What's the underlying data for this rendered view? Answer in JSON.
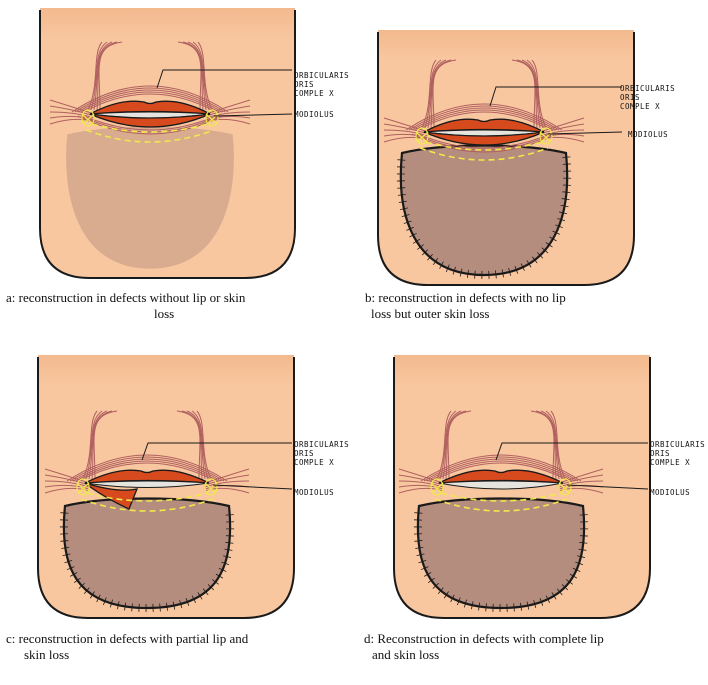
{
  "labels": {
    "orbicularis": [
      "ORBICULARIS",
      "ORIS",
      "COMPLE X"
    ],
    "modiolus": "MODIOLUS"
  },
  "colors": {
    "skin": "#f8c7a0",
    "skin_top": "#f3b98e",
    "outline": "#1a1a1a",
    "muscle": "#b0605f",
    "lip": "#d64a1e",
    "teeth": "#e6e4de",
    "defect": "#b58d7e",
    "dashed_line": "#f0e84a"
  },
  "panels": [
    {
      "id": "a",
      "caption_lines": [
        "a: reconstruction in defects without lip or skin",
        "loss"
      ]
    },
    {
      "id": "b",
      "caption_lines": [
        "b: reconstruction in defects with no lip",
        "loss but outer skin loss"
      ]
    },
    {
      "id": "c",
      "caption_lines": [
        "c: reconstruction in defects with partial lip and",
        "skin loss"
      ]
    },
    {
      "id": "d",
      "caption_lines": [
        "d: Reconstruction in defects with complete lip",
        "and skin loss"
      ]
    }
  ]
}
